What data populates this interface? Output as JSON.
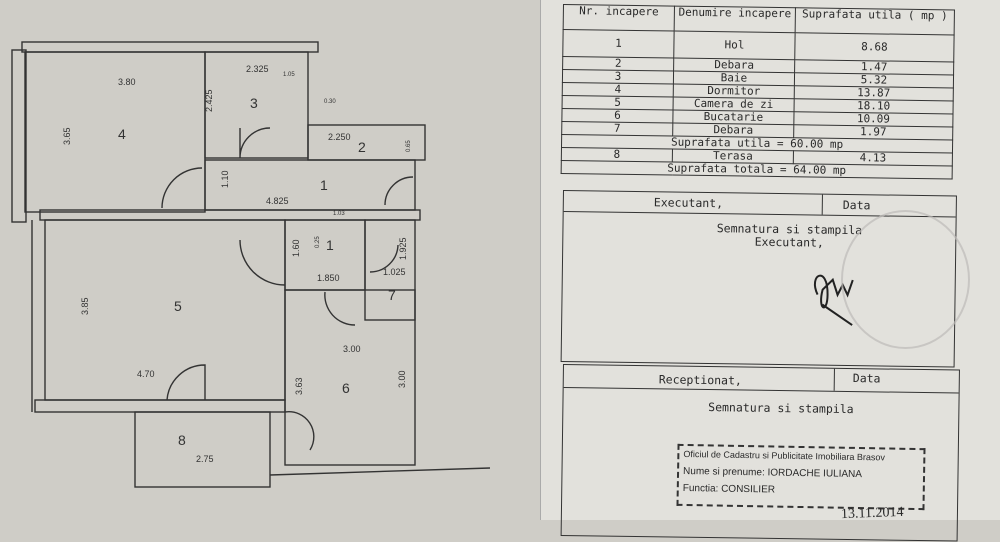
{
  "table": {
    "headers": [
      "Nr. incapere",
      "Denumire incapere",
      "Suprafata utila ( mp )"
    ],
    "rows": [
      {
        "nr": "1",
        "name": "Hol",
        "area": "8.68"
      },
      {
        "nr": "2",
        "name": "Debara",
        "area": "1.47"
      },
      {
        "nr": "3",
        "name": "Baie",
        "area": "5.32"
      },
      {
        "nr": "4",
        "name": "Dormitor",
        "area": "13.87"
      },
      {
        "nr": "5",
        "name": "Camera de zi",
        "area": "18.10"
      },
      {
        "nr": "6",
        "name": "Bucatarie",
        "area": "10.09"
      },
      {
        "nr": "7",
        "name": "Debara",
        "area": "1.97"
      }
    ],
    "subtotal": "Suprafata utila = 60.00 mp",
    "terrace": {
      "nr": "8",
      "name": "Terasa",
      "area": "4.13"
    },
    "total": "Suprafata totala = 64.00 mp"
  },
  "executant": {
    "label": "Executant,",
    "date": "Data",
    "sign": "Semnatura si stampila",
    "sign2": "Executant,"
  },
  "receptionat": {
    "label": "Receptionat,",
    "date": "Data",
    "sign": "Semnatura si stampila"
  },
  "stamp": {
    "line1": "Oficiul de Cadastru si Publicitate Imobiliara Brasov",
    "line2": "Nume si prenume: IORDACHE IULIANA",
    "line3": "Functia: CONSILIER",
    "date": "13.11.2014"
  },
  "plan": {
    "rooms": [
      "1",
      "1",
      "2",
      "3",
      "4",
      "5",
      "6",
      "7",
      "8"
    ],
    "dims": [
      "3.80",
      "2.325",
      "1.05",
      "0.30",
      "2.425",
      "3.65",
      "2.250",
      "0.65",
      "1.10",
      "4.825",
      "1.03",
      "1.60",
      "0.25",
      "1.925",
      "1.850",
      "1.025",
      "3.85",
      "4.70",
      "3.00",
      "3.63",
      "3.00",
      "2.75"
    ]
  }
}
